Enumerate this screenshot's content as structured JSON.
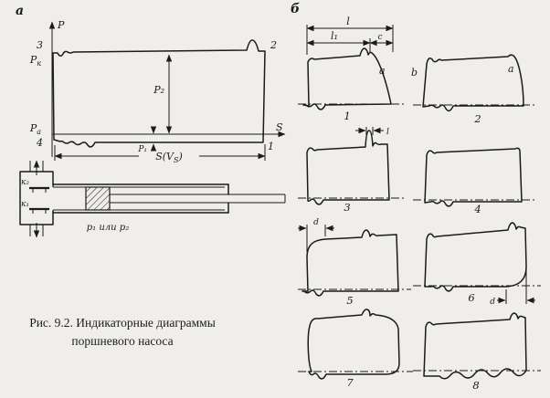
{
  "colors": {
    "paper": "#efeeea",
    "ink": "#1b1b1b"
  },
  "caption": {
    "line1": "Рис. 9.2. Индикаторные диаграммы",
    "line2": "поршневого насоса"
  },
  "panel_a": {
    "label": "а",
    "axis_p": "P",
    "axis_s": "S",
    "pt3": "3",
    "pt2": "2",
    "pt1": "1",
    "pt4": "4",
    "pk_main": "P",
    "pk_sub": "к",
    "pa_main": "P",
    "pa_sub": "а",
    "dim_p2": "P₂",
    "dim_p1": "P₁",
    "dim_s_main": "S(V",
    "dim_s_sub": "S",
    "dim_s_end": ")",
    "pump": {
      "k2": "к₂",
      "k1": "к₁",
      "pressure": "р₁ или р₂"
    }
  },
  "panel_b": {
    "label": "б",
    "d1": {
      "num": "1",
      "dim_l": "l",
      "dim_l1": "l₁",
      "dim_c": "c",
      "lbl_a": "a"
    },
    "d2": {
      "num": "2",
      "lbl_b": "b",
      "lbl_a": "a"
    },
    "d3": {
      "num": "3",
      "dim_l": "l"
    },
    "d4": {
      "num": "4"
    },
    "d5": {
      "num": "5",
      "dim_d": "d"
    },
    "d6": {
      "num": "6",
      "dim_d": "d"
    },
    "d7": {
      "num": "7"
    },
    "d8": {
      "num": "8"
    }
  }
}
